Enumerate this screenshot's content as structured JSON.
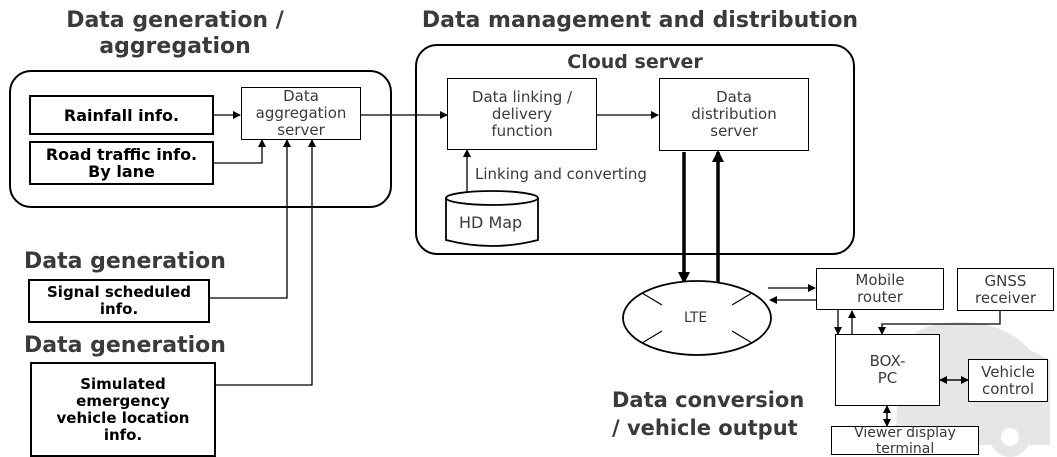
{
  "headers": {
    "gen_agg_line1": "Data generation /",
    "gen_agg_line2": "aggregation",
    "mgmt": "Data management and distribution",
    "cloud": "Cloud server",
    "data_gen_1": "Data generation",
    "data_gen_2": "Data generation",
    "conv_line1": "Data conversion",
    "conv_line2": "/ vehicle output"
  },
  "boxes": {
    "rainfall": "Rainfall info.",
    "road_traffic_l1": "Road traffic info.",
    "road_traffic_l2": "By lane",
    "agg_l1": "Data",
    "agg_l2": "aggregation",
    "agg_l3": "server",
    "link_l1": "Data linking /",
    "link_l2": "delivery",
    "link_l3": "function",
    "dist_l1": "Data",
    "dist_l2": "distribution",
    "dist_l3": "server",
    "hdmap": "HD Map",
    "signal_l1": "Signal scheduled",
    "signal_l2": "info.",
    "emerg_l1": "Simulated",
    "emerg_l2": "emergency",
    "emerg_l3": "vehicle location",
    "emerg_l4": "info.",
    "lte": "LTE",
    "mobile_l1": "Mobile",
    "mobile_l2": "router",
    "gnss_l1": "GNSS",
    "gnss_l2": "receiver",
    "boxpc_l1": "BOX-",
    "boxpc_l2": "PC",
    "vctrl_l1": "Vehicle",
    "vctrl_l2": "control",
    "viewer_l1": "Viewer display",
    "viewer_l2": "terminal"
  },
  "labels": {
    "linking": "Linking and converting"
  }
}
